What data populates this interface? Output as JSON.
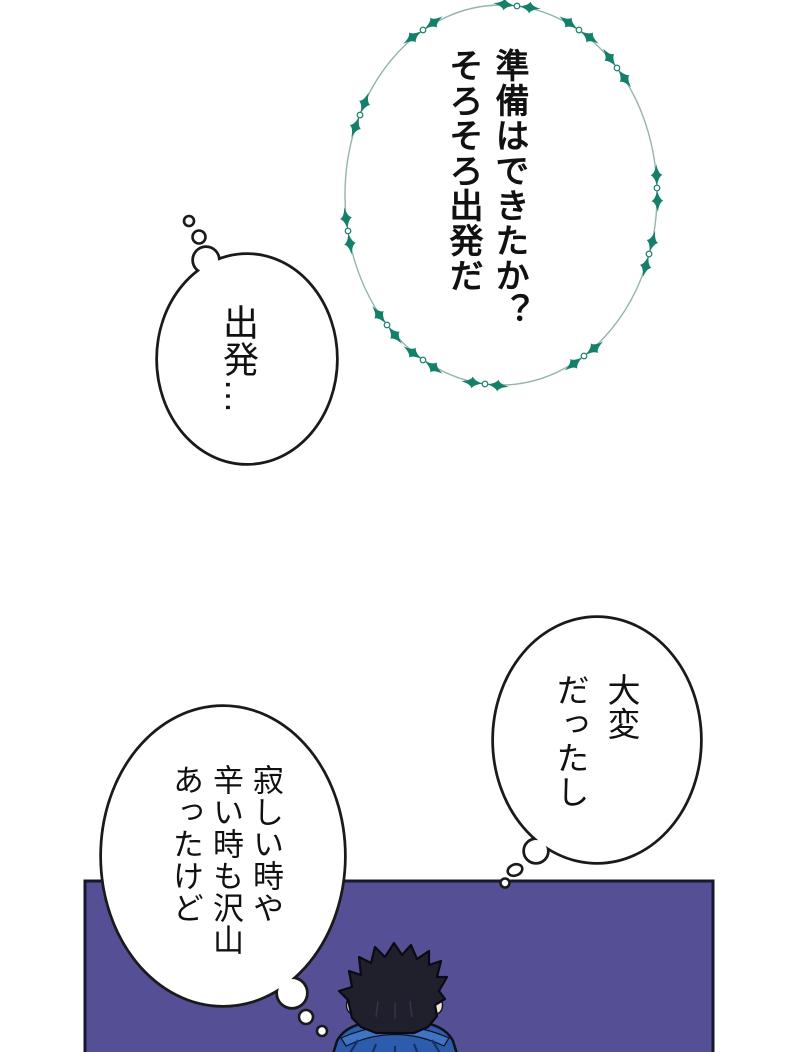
{
  "page": {
    "kind": "manga-page",
    "background_color": "#ffffff"
  },
  "dialogue": {
    "announce": "準備はできたか？\nそろそろ出発だ",
    "exit_thought": "出発…",
    "hardship": "大変\nだったし",
    "lonely_thought": "寂しい時や\n辛い時も沢山\nあったけど"
  },
  "colors": {
    "ink": "#1a1a1a",
    "panel_fill": "#555096",
    "panel_stroke": "#17172e",
    "sparkle": "#15806a",
    "ring_line": "#93b4ac",
    "hair": "#20202c",
    "jacket": "#2c5cab",
    "collar_band": "#3f73c4",
    "skin": "#f2e3d4"
  },
  "icons": {
    "sparkle_border": "four-point star pairs with small circle along ellipse"
  }
}
